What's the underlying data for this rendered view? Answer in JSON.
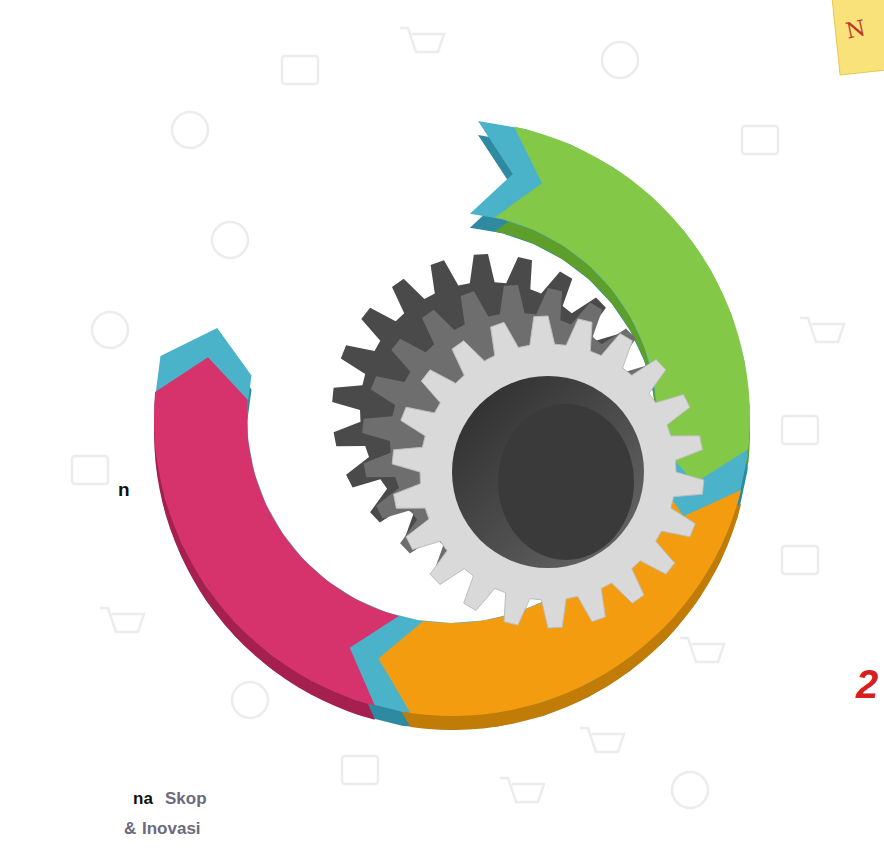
{
  "diagram": {
    "labels": [
      "n",
      "na",
      "Skop",
      "&",
      "Inovasi",
      "N",
      "2"
    ]
  }
}
